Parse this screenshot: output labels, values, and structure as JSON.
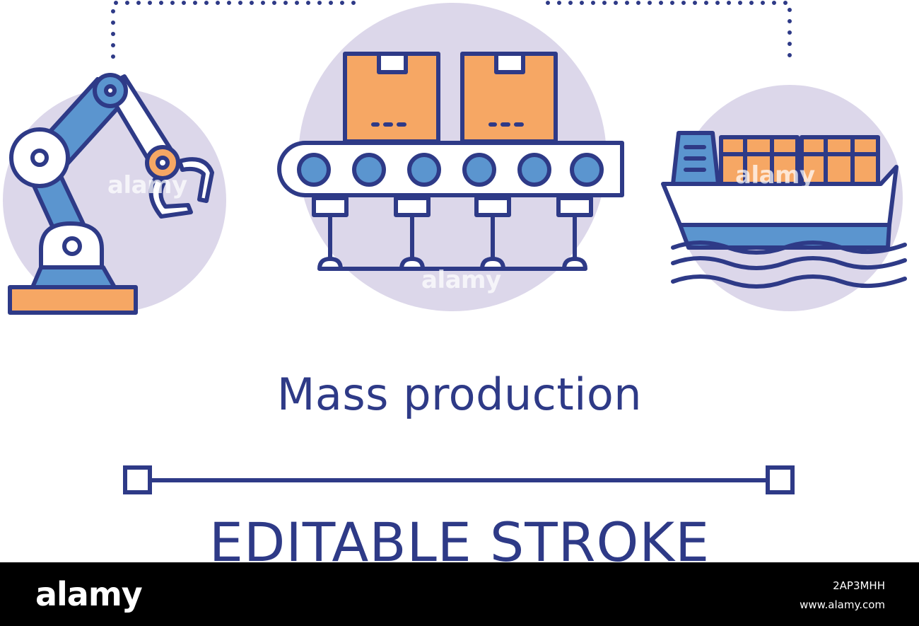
{
  "illustration": {
    "title": "Mass production",
    "subtitle": "EDITABLE STROKE",
    "icons": [
      "robot-arm-icon",
      "conveyor-belt-icon",
      "cargo-ship-icon"
    ],
    "colors": {
      "stroke": "#2e3a87",
      "circle": "#dcd7ea",
      "orange": "#f6a764",
      "blue": "#5b95cf"
    }
  },
  "watermark": {
    "text": "alamy"
  },
  "footer": {
    "brand": "alamy",
    "image_id": "2AP3MHH",
    "site": "www.alamy.com"
  }
}
